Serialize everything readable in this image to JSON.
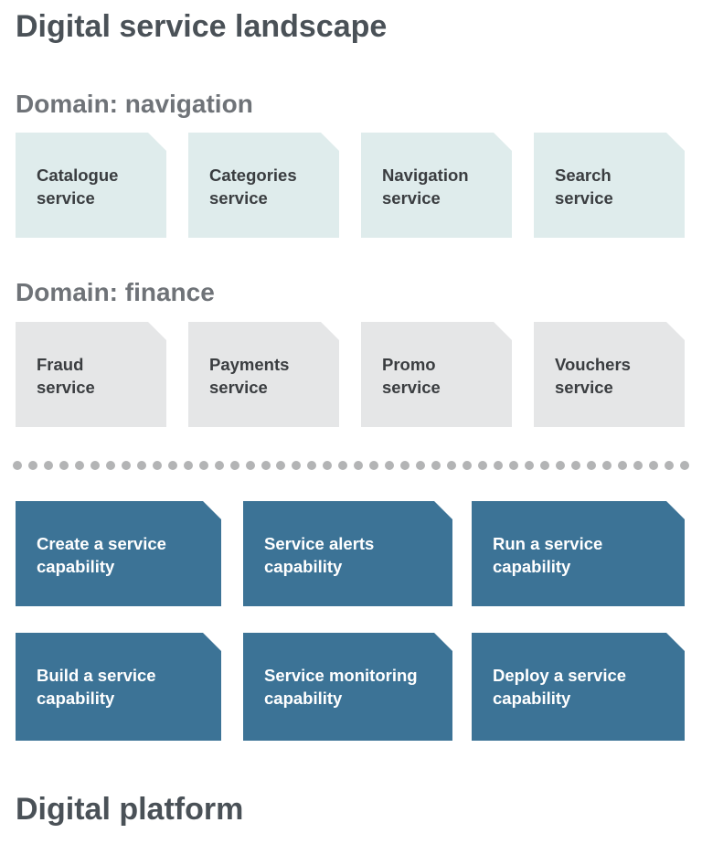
{
  "header": {
    "title": "Digital service landscape"
  },
  "domains": [
    {
      "title": "Domain: navigation",
      "services": [
        "Catalogue\nservice",
        "Categories\nservice",
        "Navigation\nservice",
        "Search\nservice"
      ]
    },
    {
      "title": "Domain: finance",
      "services": [
        "Fraud\nservice",
        "Payments\nservice",
        "Promo\nservice",
        "Vouchers\nservice"
      ]
    }
  ],
  "platform": {
    "title": "Digital platform",
    "capabilities": [
      "Create a service\ncapability",
      "Service alerts\ncapability",
      "Run a service\ncapability",
      "Build a service\ncapability",
      "Service monitoring\ncapability",
      "Deploy a service\ncapability"
    ]
  },
  "colors": {
    "navigation_card": "#dfecec",
    "finance_card": "#e5e6e7",
    "platform_card": "#3c7396",
    "divider_dots": "#b3b4b5"
  }
}
